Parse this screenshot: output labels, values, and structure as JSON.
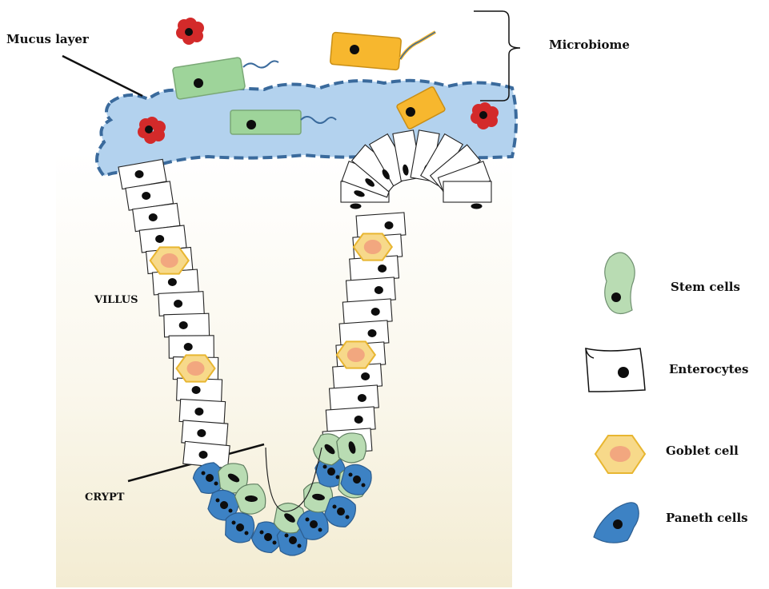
{
  "labels": {
    "mucus_layer": "Mucus layer",
    "microbiome": "Microbiome",
    "villus": "VILLUS",
    "crypt": "CRYPT"
  },
  "legend": [
    {
      "key": "stem",
      "label": "Stem cells",
      "icon": "stem-cell-icon",
      "color": "#b9dcb3"
    },
    {
      "key": "enterocyte",
      "label": "Enterocytes",
      "icon": "enterocyte-icon",
      "color": "#ffffff"
    },
    {
      "key": "goblet",
      "label": "Goblet cell",
      "icon": "goblet-cell-icon",
      "color": "#f7d98a"
    },
    {
      "key": "paneth",
      "label": "Paneth cells",
      "icon": "paneth-cell-icon",
      "color": "#3d82c4"
    }
  ],
  "colors": {
    "mucus_fill": "#b3d2ee",
    "mucus_border": "#3a6a9c",
    "bacteria_green": "#9ed49a",
    "bacteria_orange": "#f7b72e",
    "red_microbe": "#d32a2a",
    "nucleus": "#0d0d0d",
    "background_gradient_end": "#f3ecd2"
  }
}
